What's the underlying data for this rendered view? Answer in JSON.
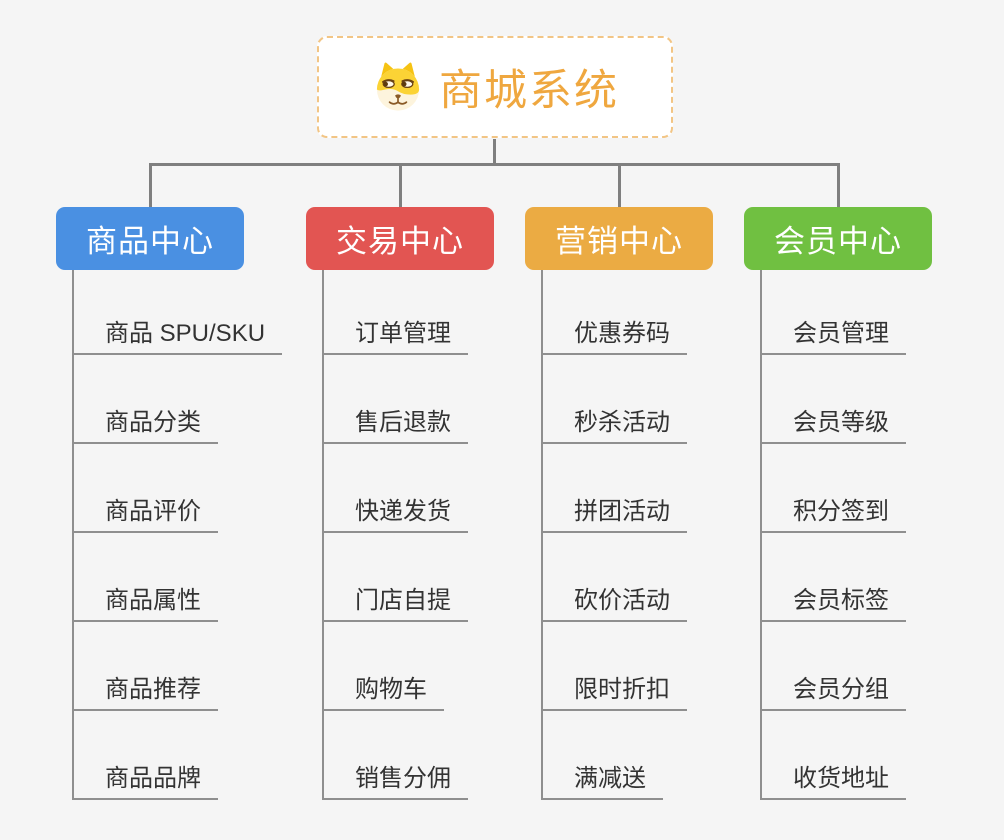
{
  "root": {
    "title": "商城系统",
    "icon": "dog-face-icon",
    "title_color": "#efa73f",
    "border_color": "#f2c585",
    "background": "#ffffff"
  },
  "colors": {
    "page_background": "#f5f5f5",
    "connector": "#7f7f7f",
    "underline": "#8f8f8f",
    "item_text": "#333333"
  },
  "branches": [
    {
      "label": "商品中心",
      "color": "#4a90e2",
      "items": [
        "商品 SPU/SKU",
        "商品分类",
        "商品评价",
        "商品属性",
        "商品推荐",
        "商品品牌"
      ]
    },
    {
      "label": "交易中心",
      "color": "#e25552",
      "items": [
        "订单管理",
        "售后退款",
        "快递发货",
        "门店自提",
        "购物车",
        "销售分佣"
      ]
    },
    {
      "label": "营销中心",
      "color": "#ebab43",
      "items": [
        "优惠券码",
        "秒杀活动",
        "拼团活动",
        "砍价活动",
        "限时折扣",
        "满减送"
      ]
    },
    {
      "label": "会员中心",
      "color": "#70c041",
      "items": [
        "会员管理",
        "会员等级",
        "积分签到",
        "会员标签",
        "会员分组",
        "收货地址"
      ]
    }
  ]
}
